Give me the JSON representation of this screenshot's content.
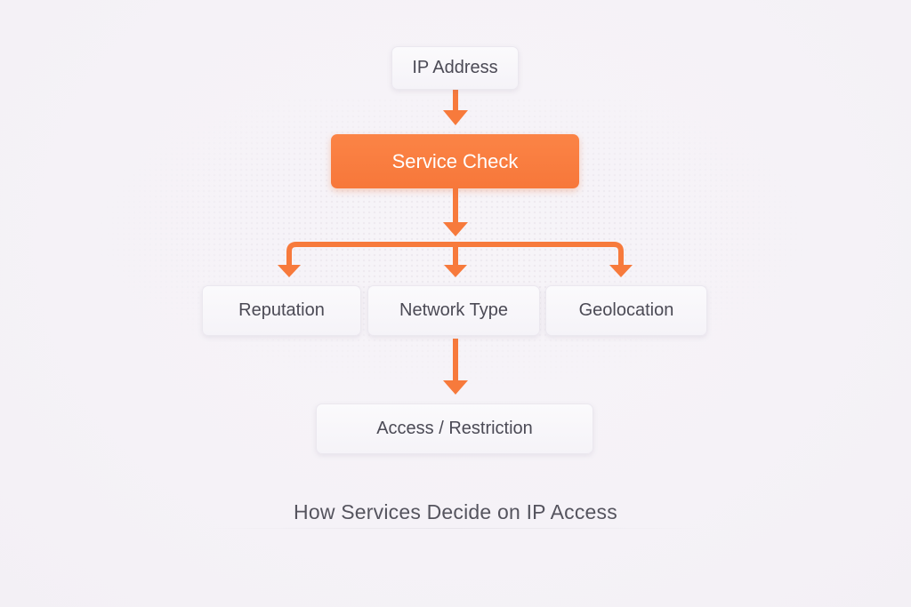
{
  "diagram": {
    "title": "How Services Decide on IP Access",
    "accent_color": "#f77a3c",
    "nodes": {
      "input": "IP Address",
      "check": "Service Check",
      "factors": [
        "Reputation",
        "Network Type",
        "Geolocation"
      ],
      "outcome": "Access / Restriction"
    },
    "edges": [
      {
        "from": "IP Address",
        "to": "Service Check"
      },
      {
        "from": "Service Check",
        "to": "Reputation"
      },
      {
        "from": "Service Check",
        "to": "Network Type"
      },
      {
        "from": "Service Check",
        "to": "Geolocation"
      },
      {
        "from": "Network Type",
        "to": "Access / Restriction"
      }
    ]
  }
}
